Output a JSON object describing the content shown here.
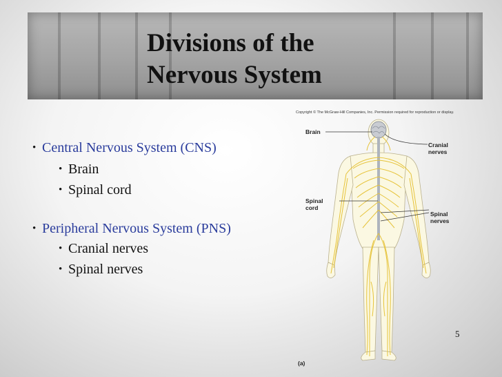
{
  "title": {
    "line1": "Divisions of the",
    "line2": "Nervous System"
  },
  "bullets": [
    {
      "level": 1,
      "text": "Central Nervous System (CNS)"
    },
    {
      "level": 2,
      "text": "Brain"
    },
    {
      "level": 2,
      "text": "Spinal cord"
    },
    {
      "level": 1,
      "text": "Peripheral Nervous System (PNS)"
    },
    {
      "level": 2,
      "text": "Cranial nerves"
    },
    {
      "level": 2,
      "text": "Spinal nerves"
    }
  ],
  "figure": {
    "copyright": "Copyright © The McGraw-Hill Companies, Inc. Permission required for reproduction or display.",
    "labels": {
      "brain": "Brain",
      "cranial_1": "Cranial",
      "cranial_2": "nerves",
      "spinal_cord_1": "Spinal",
      "spinal_cord_2": "cord",
      "spinal_nerves_1": "Spinal",
      "spinal_nerves_2": "nerves",
      "panel": "(a)"
    }
  },
  "page_number": "5",
  "colors": {
    "title_bar": "#a8a8a8",
    "bullet_level1": "#2a3c9c",
    "body_fill": "#fbf8e2",
    "nerve": "#e6c33a"
  }
}
